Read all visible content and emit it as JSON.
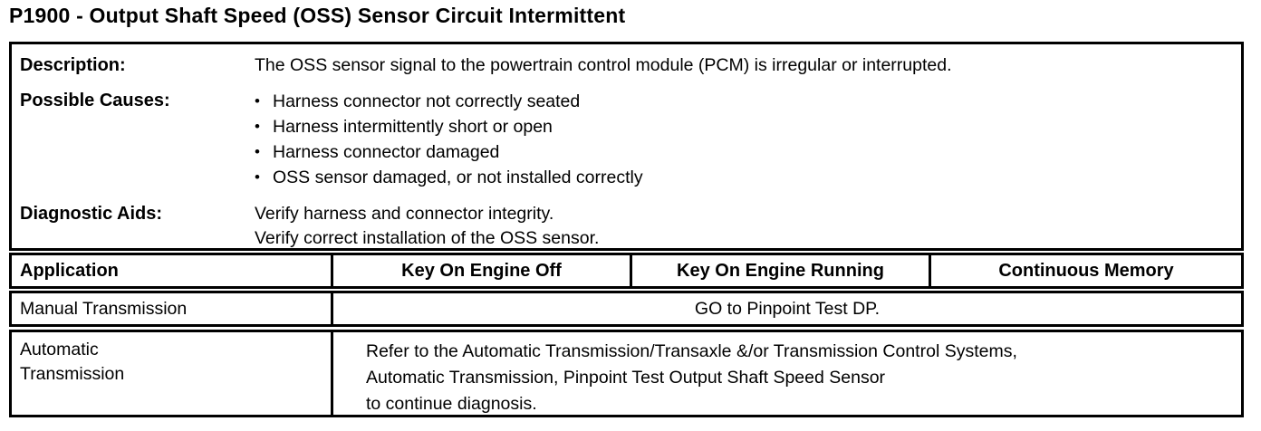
{
  "title": "P1900 - Output Shaft Speed (OSS) Sensor Circuit Intermittent",
  "info": {
    "description_label": "Description:",
    "description_text": "The OSS sensor signal to the powertrain control module (PCM) is irregular or interrupted.",
    "possible_causes_label": "Possible Causes:",
    "possible_causes": [
      "Harness connector not correctly seated",
      "Harness intermittently short or open",
      "Harness connector damaged",
      "OSS sensor damaged, or not installed correctly"
    ],
    "diagnostic_aids_label": "Diagnostic Aids:",
    "diagnostic_aids": [
      "Verify harness and connector integrity.",
      "Verify correct installation of the OSS sensor."
    ]
  },
  "app_table": {
    "headers": [
      "Application",
      "Key On Engine Off",
      "Key On Engine Running",
      "Continuous Memory"
    ],
    "manual_row": {
      "application": "Manual Transmission",
      "action": "GO to Pinpoint Test DP."
    },
    "automatic_row": {
      "application_lines": [
        "Automatic",
        "Transmission"
      ],
      "action_lines": [
        "Refer to the Automatic Transmission/Transaxle &/or Transmission Control Systems,",
        "Automatic Transmission, Pinpoint Test Output Shaft Speed Sensor",
        "to continue diagnosis."
      ]
    }
  }
}
